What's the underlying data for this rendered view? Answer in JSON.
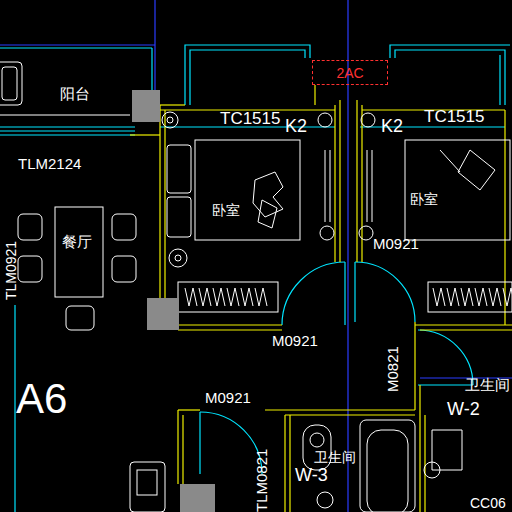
{
  "diagram": {
    "nodes": [
      {
        "text": [
          "2AC"
        ]
      }
    ],
    "labels": [
      "阳台",
      "TLM2124",
      "餐厅",
      "TLM0921",
      "TC1515",
      "K2",
      "K2",
      "TC1515",
      "卧室",
      "卧室",
      "M0921",
      "M0921",
      "M0821",
      "卫生间",
      "W-2",
      "A6",
      "M0921",
      "卫生间",
      "W-3",
      "TLM0821",
      "CC06"
    ]
  }
}
